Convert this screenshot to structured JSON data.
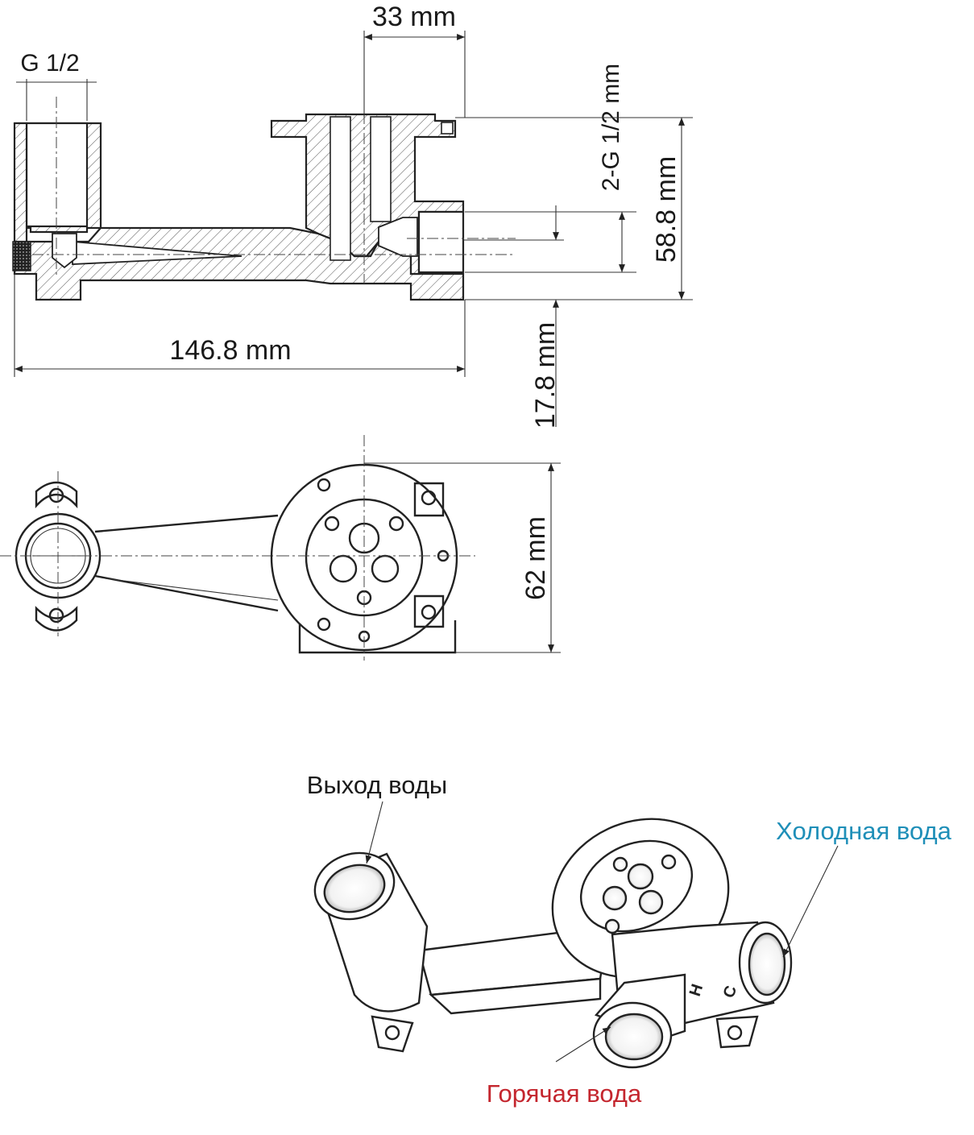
{
  "dimensions": {
    "top_width": "33 mm",
    "thread_outlet": "G 1/2",
    "thread_inlets": "2-G 1/2 mm",
    "height": "58.8 mm",
    "length": "146.8 mm",
    "offset": "17.8 mm",
    "flange_diameter": "62 mm"
  },
  "labels": {
    "outlet": "Выход воды",
    "cold": "Холодная вода",
    "hot": "Горячая вода",
    "hot_mark": "H",
    "cold_mark": "C"
  },
  "colors": {
    "cold": "#1f8fb8",
    "hot": "#c4262e",
    "ink": "#1a1a1a"
  }
}
